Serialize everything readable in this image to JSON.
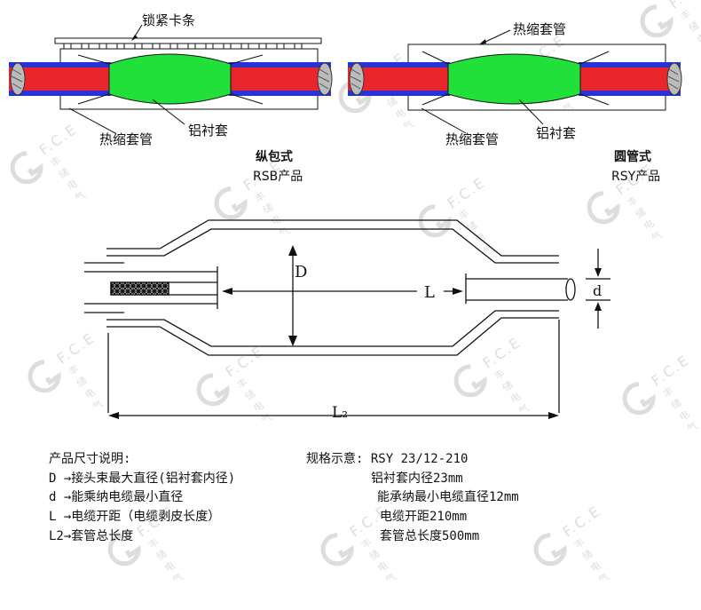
{
  "top_diagrams": {
    "left": {
      "lock_strip_label": "锁紧卡条",
      "heat_shrink_label": "热缩套管",
      "aluminum_sleeve_label": "铝衬套",
      "type_name": "纵包式",
      "product_name": "RSB产品"
    },
    "right": {
      "heat_shrink_top_label": "热缩套管",
      "heat_shrink_label": "热缩套管",
      "aluminum_sleeve_label": "铝衬套",
      "type_name": "圆管式",
      "product_name": "RSY产品"
    }
  },
  "dimension_diagram": {
    "D": "D",
    "L": "L",
    "d": "d",
    "L2": "L₂"
  },
  "legend": {
    "title": "产品尺寸说明:",
    "items": [
      "D →接头束最大直径(铝衬套内径)",
      "d →能乘纳电缆最小直径",
      "L →电缆开距（电缆剥皮长度）",
      "L2→套管总长度"
    ]
  },
  "spec": {
    "title": "规格示意: RSY 23/12-210",
    "items": [
      "铝衬套内径23mm",
      "能承纳最小电缆直径12mm",
      "电缆开距210mm",
      "套管总长度500mm"
    ]
  },
  "watermark": {
    "brand": "F.C.E",
    "subtitle": "丰储电气"
  },
  "colors": {
    "cable_red": "#e8262b",
    "cable_blue": "#2733d6",
    "sleeve_green": "#22e03a",
    "line": "#111111"
  }
}
